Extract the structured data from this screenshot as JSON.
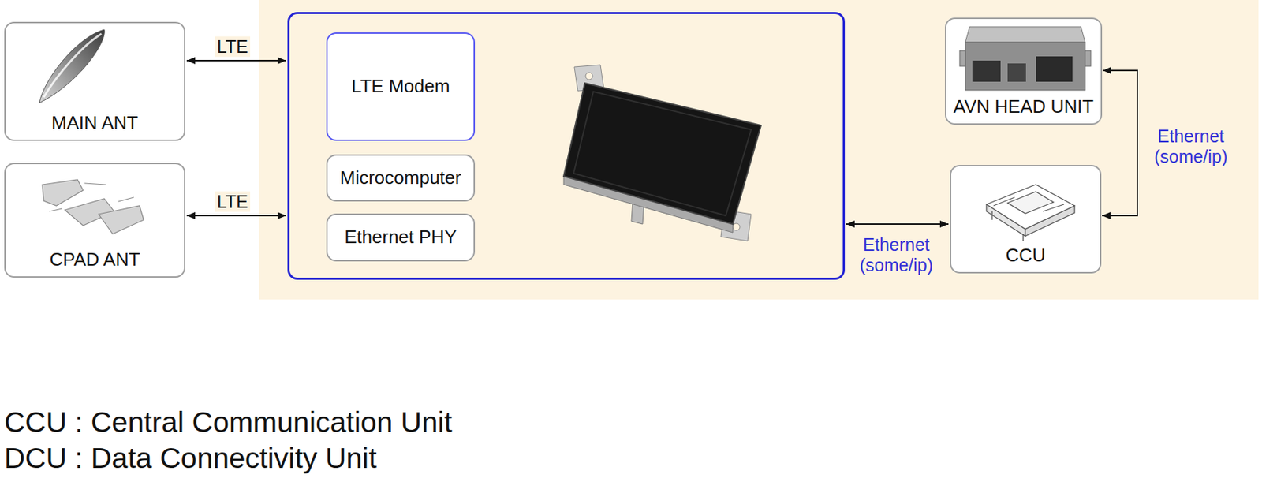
{
  "diagram": {
    "nodes": [
      {
        "text": [
          "MAIN ANT"
        ]
      },
      {
        "text": [
          "CPAD ANT"
        ]
      },
      {
        "text": []
      },
      {
        "text": [
          "LTE Modem"
        ],
        "in": 2
      },
      {
        "text": [
          "Microcomputer"
        ],
        "in": 2
      },
      {
        "text": [
          "Ethernet PHY"
        ],
        "in": 2
      },
      {
        "text": [
          "AVN HEAD UNIT"
        ]
      },
      {
        "text": [
          "CCU"
        ]
      }
    ],
    "edges": [
      {
        "from": 0,
        "to": 2,
        "arrow": "both",
        "label": "LTE"
      },
      {
        "from": 1,
        "to": 2,
        "arrow": "both",
        "label": "LTE"
      },
      {
        "from": 2,
        "to": 7,
        "arrow": "both",
        "label": "Ethernet (some/ip)"
      },
      {
        "from": 6,
        "to": 7,
        "arrow": "both",
        "label": "Ethernet (some/ip)"
      }
    ],
    "labels": [
      "CCU : Central Communication Unit",
      "DCU : Data Connectivity Unit"
    ]
  }
}
